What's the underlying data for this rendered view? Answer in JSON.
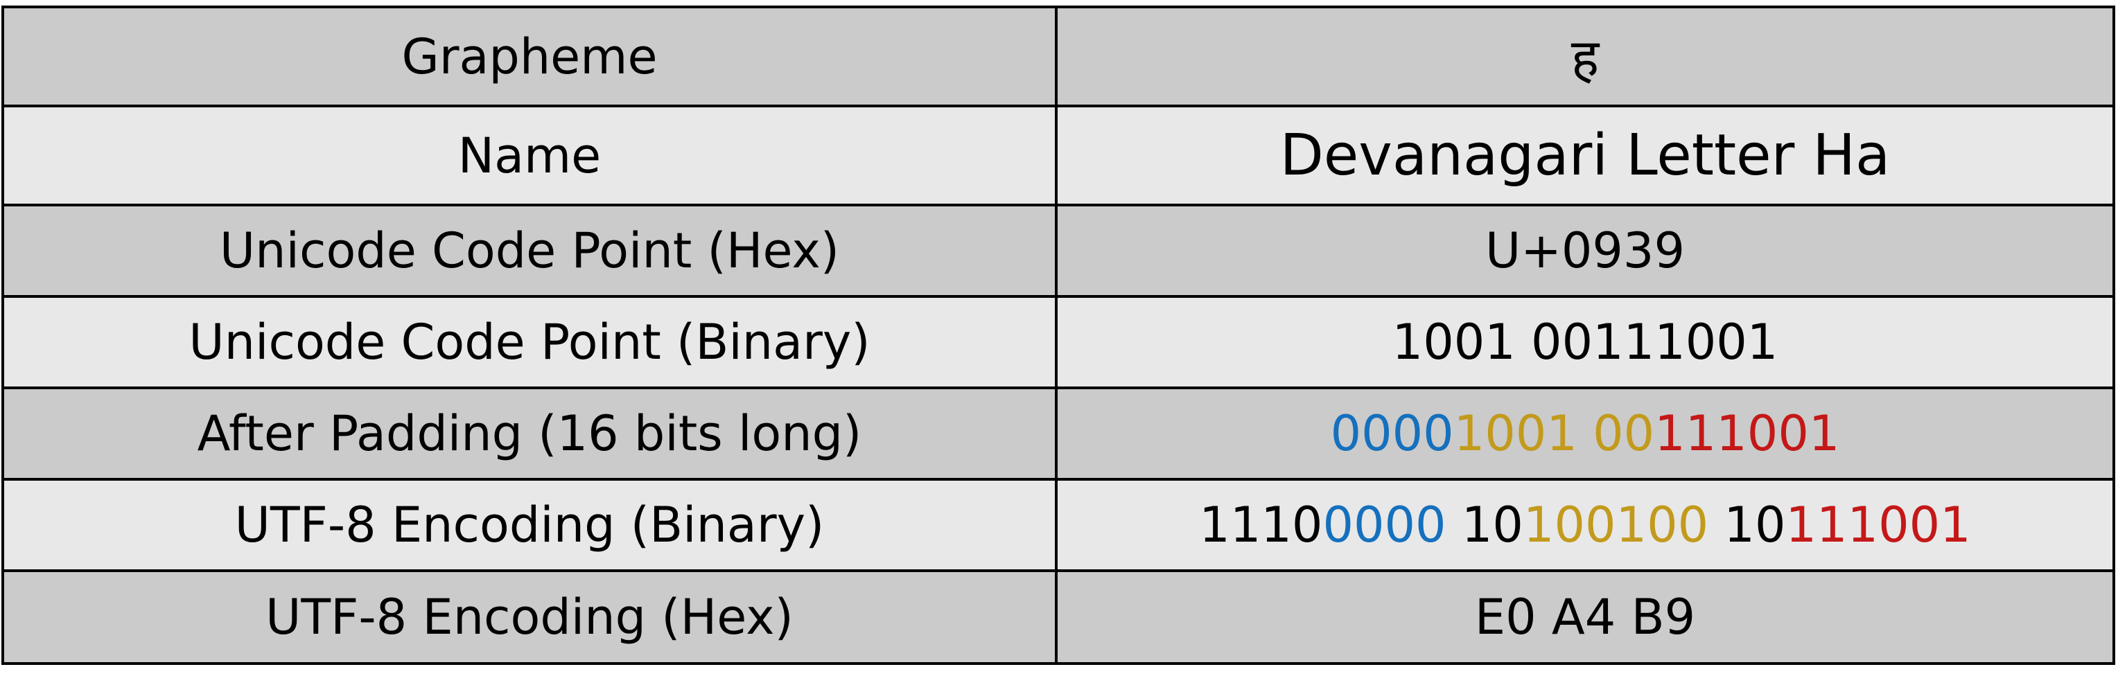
{
  "colors": {
    "dark_row": "#cbcbcb",
    "light_row": "#e8e8e8",
    "blue": "#1570bd",
    "gold": "#c29a1c",
    "red": "#c41818",
    "black": "#000000"
  },
  "rows": [
    {
      "label": "Grapheme",
      "value": "ह"
    },
    {
      "label": "Name",
      "value": "Devanagari Letter Ha"
    },
    {
      "label": "Unicode Code Point (Hex)",
      "value": "U+0939"
    },
    {
      "label": "Unicode Code Point (Binary)",
      "value": "1001 00111001"
    },
    {
      "label": "After Padding (16 bits long)",
      "segments": [
        {
          "text": "0000",
          "color": "blue"
        },
        {
          "text": "1001 00",
          "color": "gold"
        },
        {
          "text": "111001",
          "color": "red"
        }
      ]
    },
    {
      "label": "UTF-8 Encoding (Binary)",
      "segments": [
        {
          "text": "1110",
          "color": "black"
        },
        {
          "text": "0000",
          "color": "blue"
        },
        {
          "text": " 10",
          "color": "black"
        },
        {
          "text": "100100",
          "color": "gold"
        },
        {
          "text": " 10",
          "color": "black"
        },
        {
          "text": "111001",
          "color": "red"
        }
      ]
    },
    {
      "label": "UTF-8 Encoding (Hex)",
      "value": "E0 A4 B9"
    }
  ]
}
